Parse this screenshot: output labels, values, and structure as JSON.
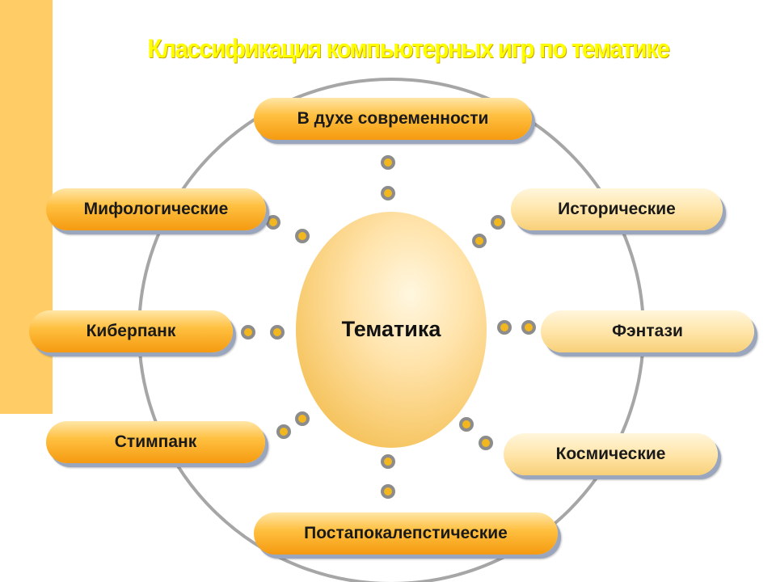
{
  "title": "Классификация компьютерных игр по тематике",
  "center": "Тематика",
  "categories": [
    "В духе современности",
    "Исторические",
    "Фэнтази",
    "Космические",
    "Постапокалепстические",
    "Стимпанк",
    "Киберпанк",
    "Мифологические"
  ],
  "colors": {
    "title": "#ffff00",
    "side_bar": "#ffcc66",
    "pill_dark": "#f59a10",
    "pill_light": "#ffe4a6",
    "ring": "#a6a6a6",
    "connector_dot": "#f2b61e"
  }
}
